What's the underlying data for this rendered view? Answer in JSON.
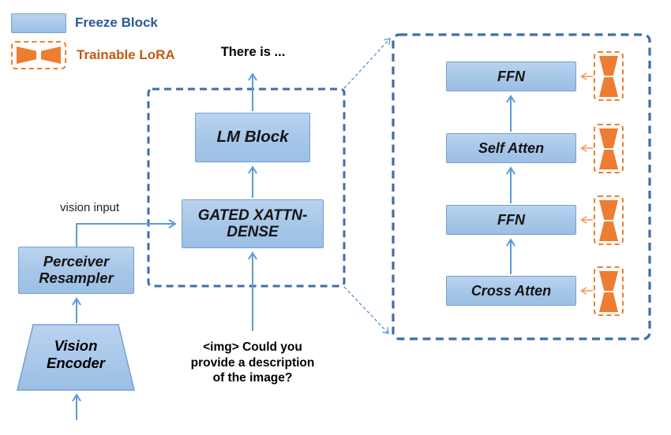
{
  "legend": {
    "freeze_label": "Freeze Block",
    "lora_label": "Trainable LoRA"
  },
  "flow": {
    "output_text": "There is ...",
    "vision_input_label": "vision input",
    "prompt_lines": [
      "<img> Could you",
      "provide a description",
      "of the image?"
    ],
    "vision_encoder": [
      "Vision",
      "Encoder"
    ],
    "perceiver_resampler": [
      "Perceiver",
      "Resampler"
    ],
    "gated_xattn_dense": [
      "GATED XATTN-",
      "DENSE"
    ],
    "lm_block": "LM Block"
  },
  "detail": {
    "blocks": [
      {
        "label": "FFN"
      },
      {
        "label": "Self Atten"
      },
      {
        "label": "FFN"
      },
      {
        "label": "Cross Atten"
      }
    ]
  },
  "colors": {
    "freeze_fill": "#A9C7E8",
    "freeze_border": "#74A0D2",
    "dashed_box_blue": "#3E6EA8",
    "arrow_blue": "#5B9BD5",
    "lora_orange": "#EE7D31",
    "lora_arrow_orange": "#F19A5F",
    "freeze_text": "#2B579A",
    "lora_text": "#C65911"
  }
}
